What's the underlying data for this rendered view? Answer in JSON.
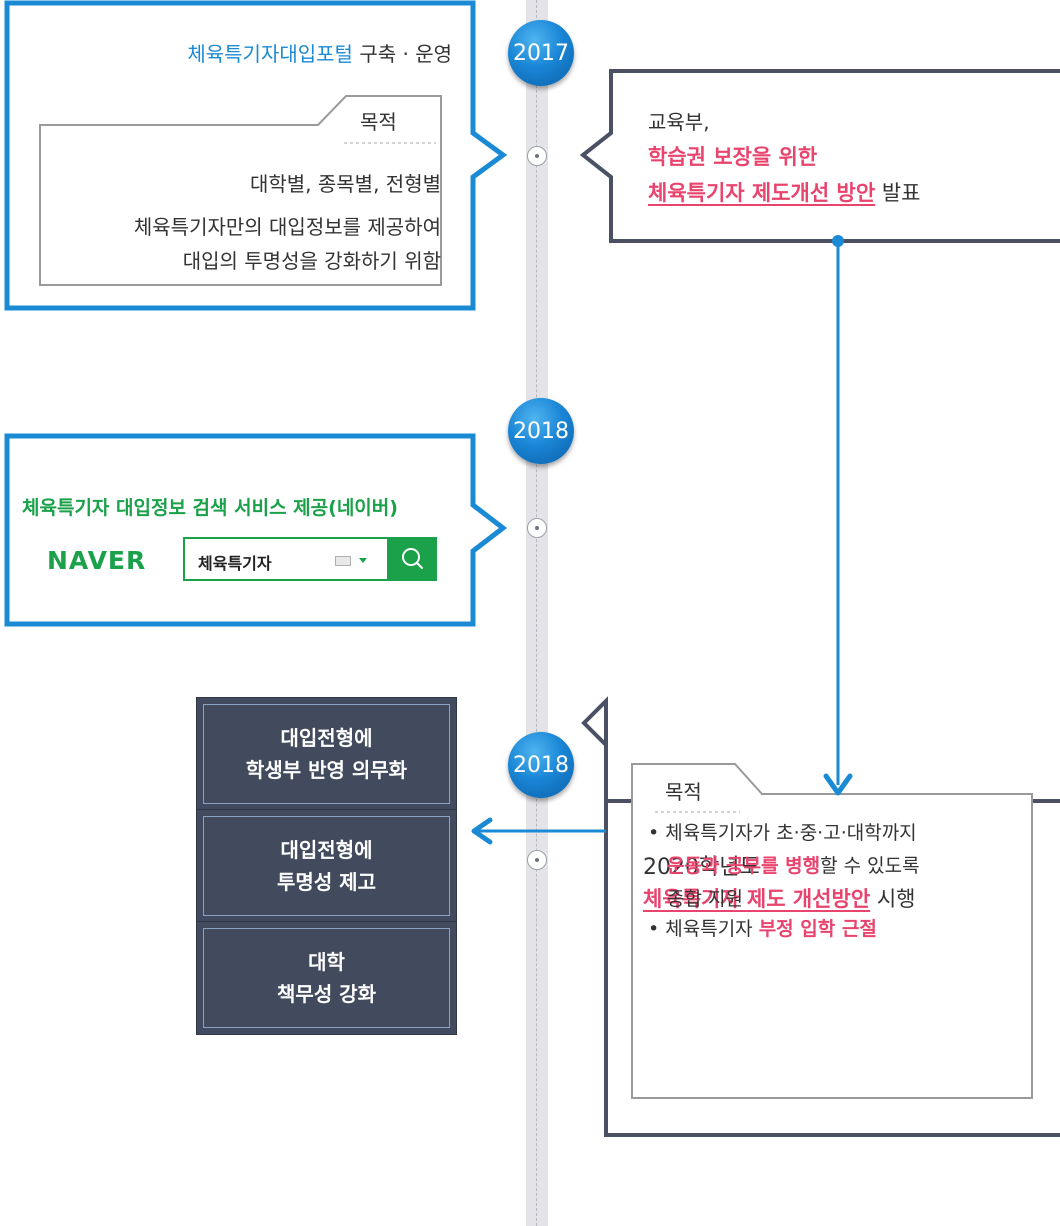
{
  "timeline": {
    "years": [
      "2017",
      "2018",
      "2018"
    ]
  },
  "box2017": {
    "title_highlight": "체육특기자대입포털",
    "title_rest": " 구축 · 운영",
    "purpose_label": "목적",
    "line1": "대학별, 종목별, 전형별",
    "line2": "체육특기자만의 대입정보를 제공하여",
    "line3": "대입의 투명성을 강화하기 위함"
  },
  "box_moe": {
    "line1": "교육부,",
    "line2": "학습권 보장을 위한",
    "line3_highlight": "체육특기자 제도개선 방안",
    "line3_rest": " 발표"
  },
  "box2018a": {
    "title": "체육특기자 대입정보 검색 서비스 제공(네이버)",
    "logo": "NAVER",
    "search_value": "체육특기자"
  },
  "box2018b": {
    "line1": "2020학년도",
    "line2_highlight": "체육특기자 제도 개선방안",
    "line2_rest": " 시행",
    "purpose_label": "목적",
    "bullet1_a": "체육특기자가 초·중·고·대학까지",
    "bullet1_b_highlight": "운동과 공부를 병행",
    "bullet1_b_rest": "할 수 있도록",
    "bullet1_c": "종합 지원",
    "bullet2_a": "체육특기자 ",
    "bullet2_highlight": "부정 입학 근절"
  },
  "results": [
    {
      "line1": "대입전형에",
      "line2": "학생부 반영 의무화"
    },
    {
      "line1": "대입전형에",
      "line2": "투명성 제고"
    },
    {
      "line1": "대학",
      "line2": "책무성 강화"
    }
  ],
  "colors": {
    "blue_frame": "#1a8ad4",
    "dark_frame": "#4a5164",
    "pink": "#e8446e",
    "green": "#1aa14a",
    "navy_box": "#424b5e"
  }
}
